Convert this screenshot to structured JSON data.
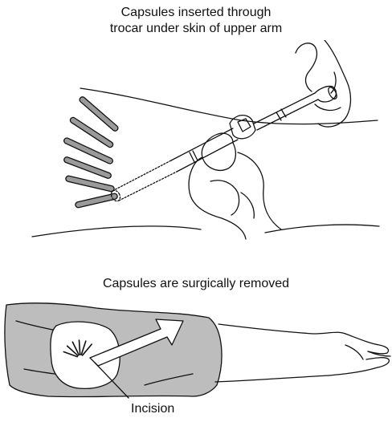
{
  "top_panel": {
    "caption_line1": "Capsules inserted through",
    "caption_line2": "trocar under skin of upper arm",
    "capsule_count": 6
  },
  "bottom_panel": {
    "caption": "Capsules are surgically removed",
    "label_incision": "Incision"
  },
  "colors": {
    "line": "#111111",
    "capsule_fill": "#9a9a9a",
    "sleeve_fill": "#bdbdbd",
    "skin_fill": "#ffffff"
  }
}
